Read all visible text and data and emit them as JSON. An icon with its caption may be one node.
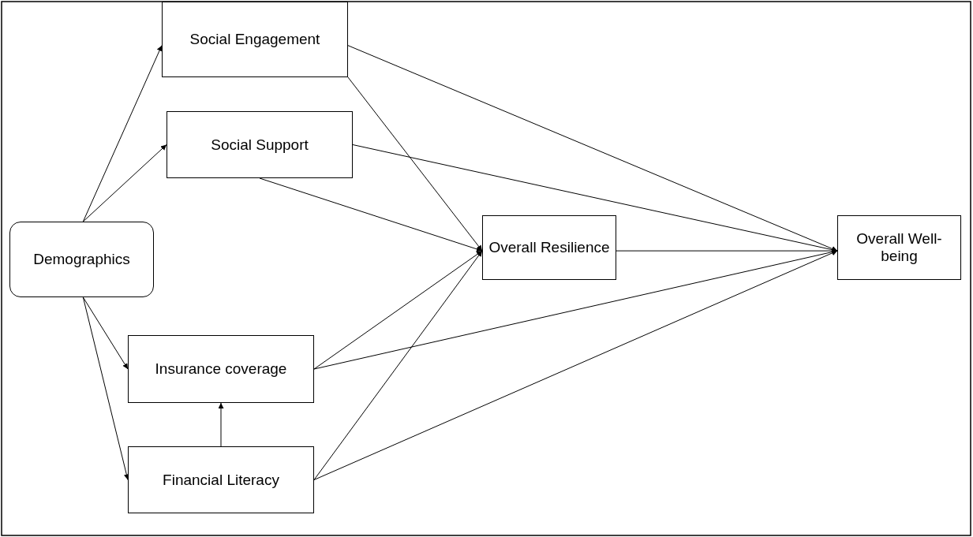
{
  "diagram": {
    "nodes": [
      {
        "text": [
          "Social Engagement"
        ]
      },
      {
        "text": [
          "Social Support"
        ]
      },
      {
        "text": [
          "Demographics"
        ]
      },
      {
        "text": [
          "Overall Resilience"
        ]
      },
      {
        "text": [
          "Overall Well-being"
        ]
      },
      {
        "text": [
          "Insurance coverage"
        ]
      },
      {
        "text": [
          "Financial Literacy"
        ]
      }
    ],
    "edges": [
      {
        "from": 2,
        "to": 0,
        "arrow": "to"
      },
      {
        "from": 2,
        "to": 1,
        "arrow": "to"
      },
      {
        "from": 2,
        "to": 5,
        "arrow": "to"
      },
      {
        "from": 2,
        "to": 6,
        "arrow": "to"
      },
      {
        "from": 6,
        "to": 5,
        "arrow": "to"
      },
      {
        "from": 0,
        "to": 3,
        "arrow": "to"
      },
      {
        "from": 0,
        "to": 4,
        "arrow": "to"
      },
      {
        "from": 1,
        "to": 3,
        "arrow": "to"
      },
      {
        "from": 1,
        "to": 4,
        "arrow": "to"
      },
      {
        "from": 3,
        "to": 4,
        "arrow": "to"
      },
      {
        "from": 5,
        "to": 3,
        "arrow": "to"
      },
      {
        "from": 5,
        "to": 4,
        "arrow": "to"
      },
      {
        "from": 6,
        "to": 3,
        "arrow": "to"
      },
      {
        "from": 6,
        "to": 4,
        "arrow": "to"
      }
    ]
  }
}
